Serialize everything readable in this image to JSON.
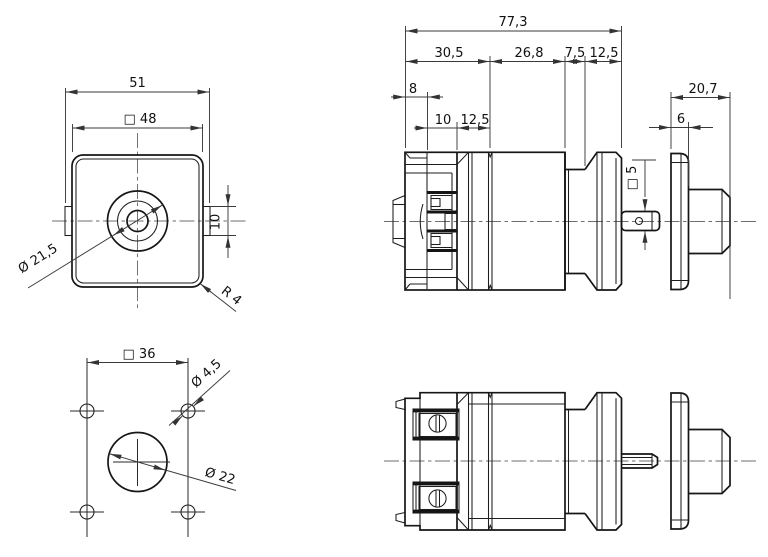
{
  "drawing": {
    "type": "technical-drawing",
    "units_decimal_separator": ",",
    "colors": {
      "background": "#ffffff",
      "outline": "#161616",
      "dimension": "#3a3a3a",
      "centerline": "#6e6e6e",
      "text": "#101010"
    },
    "views": {
      "front": {
        "labels": {
          "overall_width": "51",
          "square_width": "□ 48",
          "tab_height": "10",
          "boss_diameter": "Ø 21,5",
          "corner_radius": "R 4"
        }
      },
      "mounting": {
        "labels": {
          "hole_pattern_square": "□ 36",
          "hole_diameter": "Ø 4,5",
          "center_bore_diameter": "Ø 22"
        }
      },
      "side": {
        "labels": {
          "total_length": "77,3",
          "section_bayonet": "30,5",
          "section_body": "26,8",
          "section_neck": "7,5",
          "section_ring": "12,5",
          "nose_depth": "8",
          "lug_depth": "10",
          "collar_depth": "12,5",
          "shaft_square": "□ 5",
          "coupler_length": "20,7",
          "coupler_flange_thickness": "6"
        }
      }
    }
  }
}
